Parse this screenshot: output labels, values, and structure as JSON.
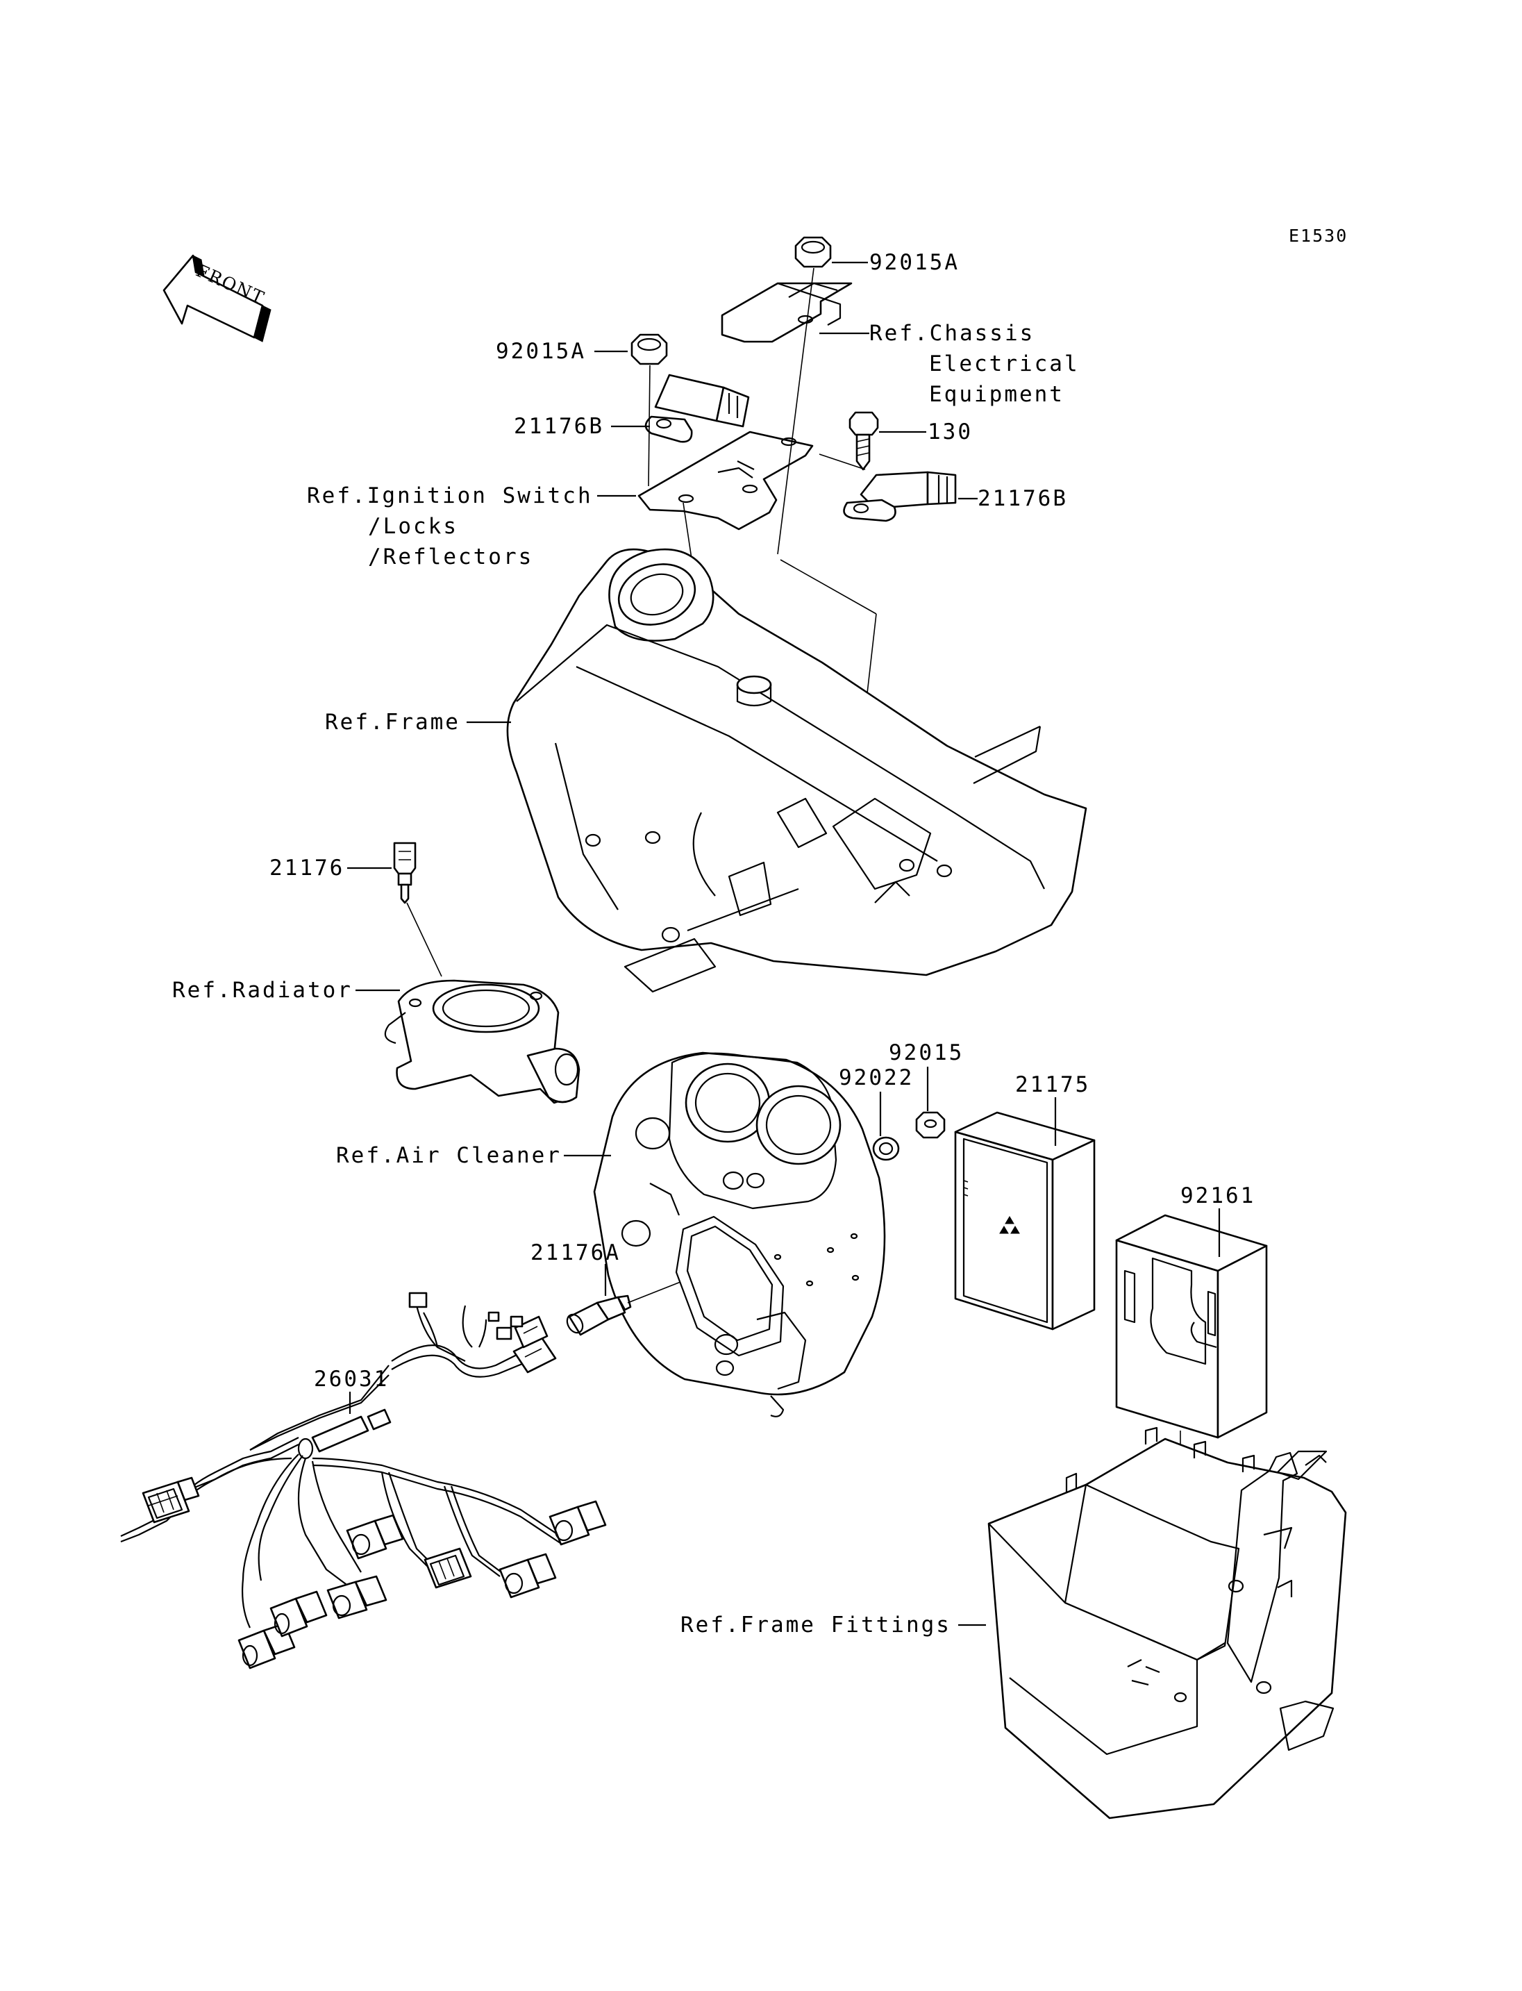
{
  "diagram": {
    "code": "E1530",
    "front_arrow": "FRONT",
    "labels": {
      "nut_top": "92015A",
      "ref_chassis_1": "Ref.Chassis",
      "ref_chassis_2": "Electrical",
      "ref_chassis_3": "Equipment",
      "nut_left": "92015A",
      "sensor_b_left": "21176B",
      "bolt": "130",
      "sensor_b_right": "21176B",
      "ref_ignition_1": "Ref.Ignition Switch",
      "ref_ignition_2": "/Locks",
      "ref_ignition_3": "/Reflectors",
      "ref_frame": "Ref.Frame",
      "sensor": "21176",
      "ref_radiator": "Ref.Radiator",
      "nut_small": "92015",
      "washer": "92022",
      "ecu": "21175",
      "ecu_cover": "92161",
      "ref_air_cleaner": "Ref.Air Cleaner",
      "sensor_a": "21176A",
      "harness": "26031",
      "ref_frame_fittings": "Ref.Frame Fittings"
    }
  }
}
